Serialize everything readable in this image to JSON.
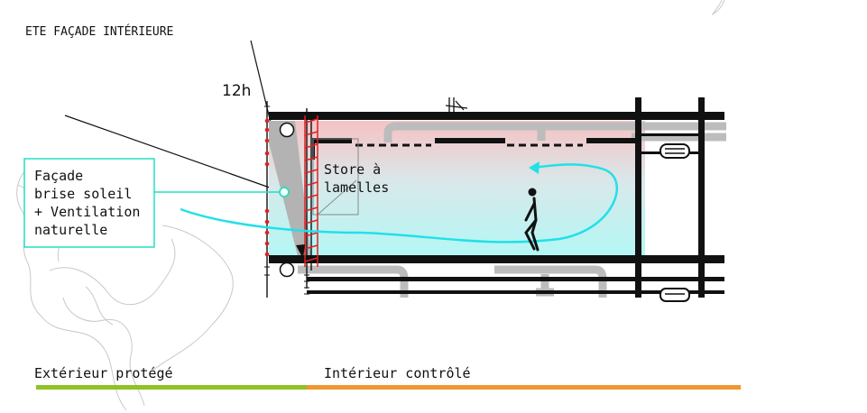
{
  "title": "ETE FAÇADE INTÉRIEURE",
  "sun_time": "12h",
  "facade_note": [
    "Façade",
    "brise soleil",
    "+ Ventilation",
    "naturelle"
  ],
  "blind_note": [
    "Store à",
    "lamelles"
  ],
  "legend": {
    "exterior": "Extérieur protégé",
    "interior": "Intérieur contrôlé"
  },
  "colors": {
    "exterior_bar": "#8ec225",
    "interior_bar": "#f09632",
    "airflow": "#22e0e8",
    "warm_zone": "#f6c7c7",
    "cool_zone": "#b9f6f5",
    "facade_marks": "#e02020",
    "duct": "#bcbcbc"
  }
}
